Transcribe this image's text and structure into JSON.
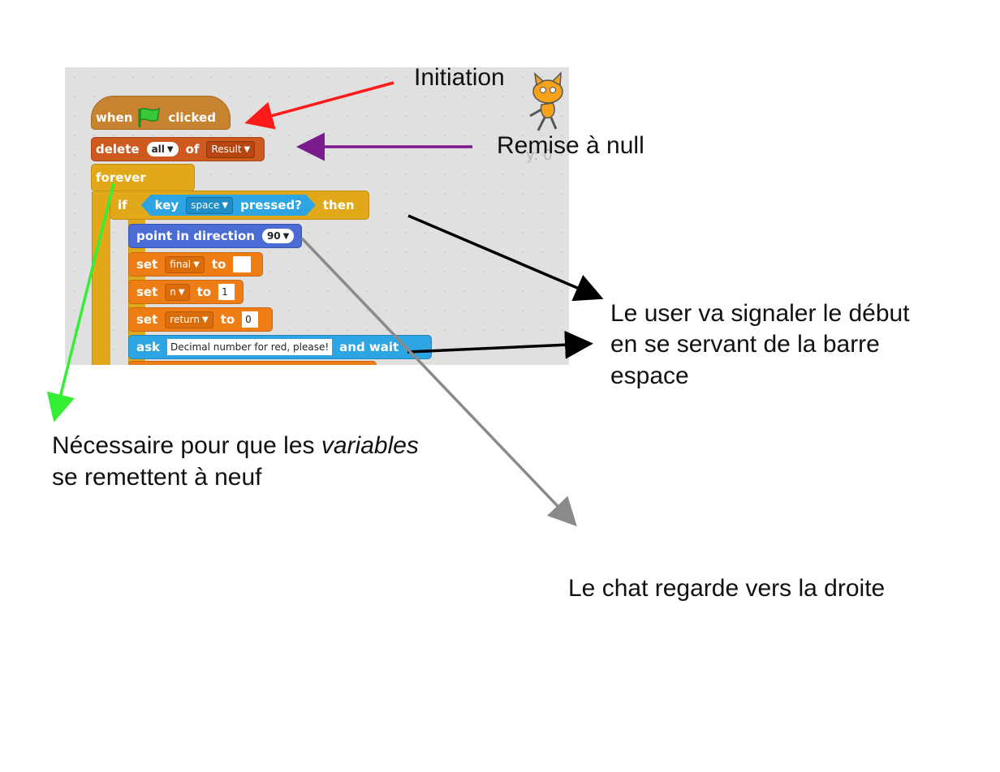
{
  "blocks": {
    "when_flag": {
      "when": "when",
      "clicked": "clicked"
    },
    "delete": {
      "delete": "delete",
      "all": "all",
      "of": "of",
      "list": "Result"
    },
    "forever": "forever",
    "if": {
      "if": "if",
      "key": "key",
      "key_name": "space",
      "pressed": "pressed?",
      "then": "then"
    },
    "point": {
      "text": "point in direction",
      "value": "90"
    },
    "set_final": {
      "set": "set",
      "var": "final",
      "to": "to",
      "value": ""
    },
    "set_n": {
      "set": "set",
      "var": "n",
      "to": "to",
      "value": "1"
    },
    "set_return": {
      "set": "set",
      "var": "return",
      "to": "to",
      "value": "0"
    },
    "ask": {
      "ask": "ask",
      "prompt": "Decimal number for red, please!",
      "and_wait": "and wait"
    }
  },
  "stage_readout": "y: 0",
  "annotations": {
    "initiation": "Initiation",
    "remise": "Remise à null",
    "user_line1": "Le user va signaler le début",
    "user_line2": "en se servant de la barre",
    "user_line3": "espace",
    "necessaire_line1": "Nécessaire pour que les ",
    "necessaire_italic": "variables",
    "necessaire_line2": "se remettent à neuf",
    "chat": "Le chat regarde vers la droite"
  },
  "arrow_colors": {
    "initiation": "#ff1a1a",
    "remise": "#7a1a8c",
    "user": "#000000",
    "necessaire": "#33ee33",
    "chat": "#8a8a8a"
  }
}
